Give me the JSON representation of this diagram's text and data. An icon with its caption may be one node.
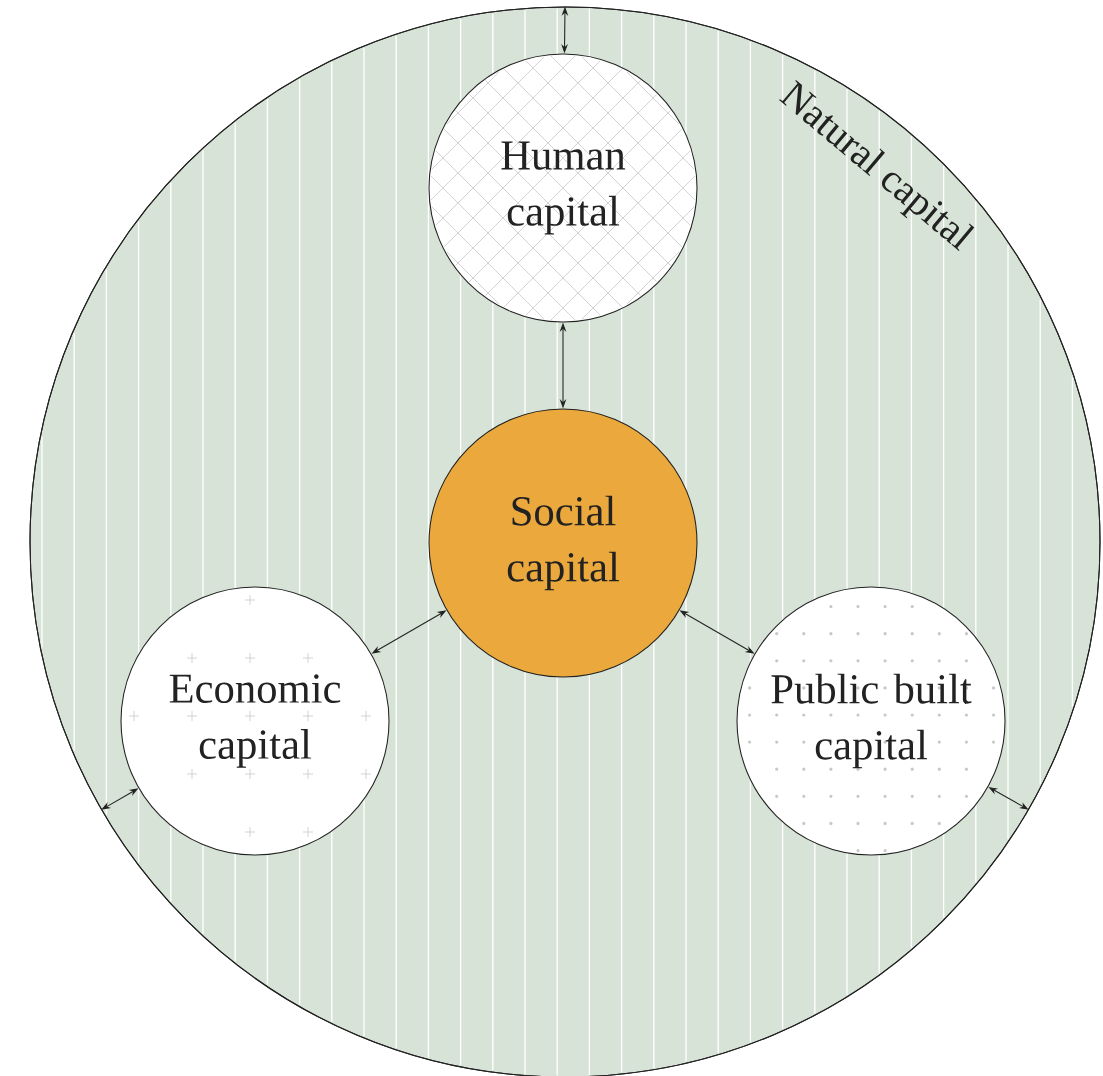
{
  "diagram": {
    "nodes": [
      {
        "text": [
          "Natural capital"
        ]
      },
      {
        "text": [
          "Human capital"
        ],
        "in": 0
      },
      {
        "text": [
          "Social capital"
        ],
        "in": 0
      },
      {
        "text": [
          "Economic capital"
        ],
        "in": 0
      },
      {
        "text": [
          "Public built capital"
        ],
        "in": 0
      }
    ],
    "edges": [
      {
        "from": 1,
        "to": 2,
        "arrow": "both"
      },
      {
        "from": 2,
        "to": 3,
        "arrow": "both"
      },
      {
        "from": 2,
        "to": 4,
        "arrow": "both"
      },
      {
        "from": 1,
        "to": 0,
        "arrow": "both"
      },
      {
        "from": 3,
        "to": 0,
        "arrow": "both"
      },
      {
        "from": 4,
        "to": 0,
        "arrow": "both"
      }
    ]
  }
}
